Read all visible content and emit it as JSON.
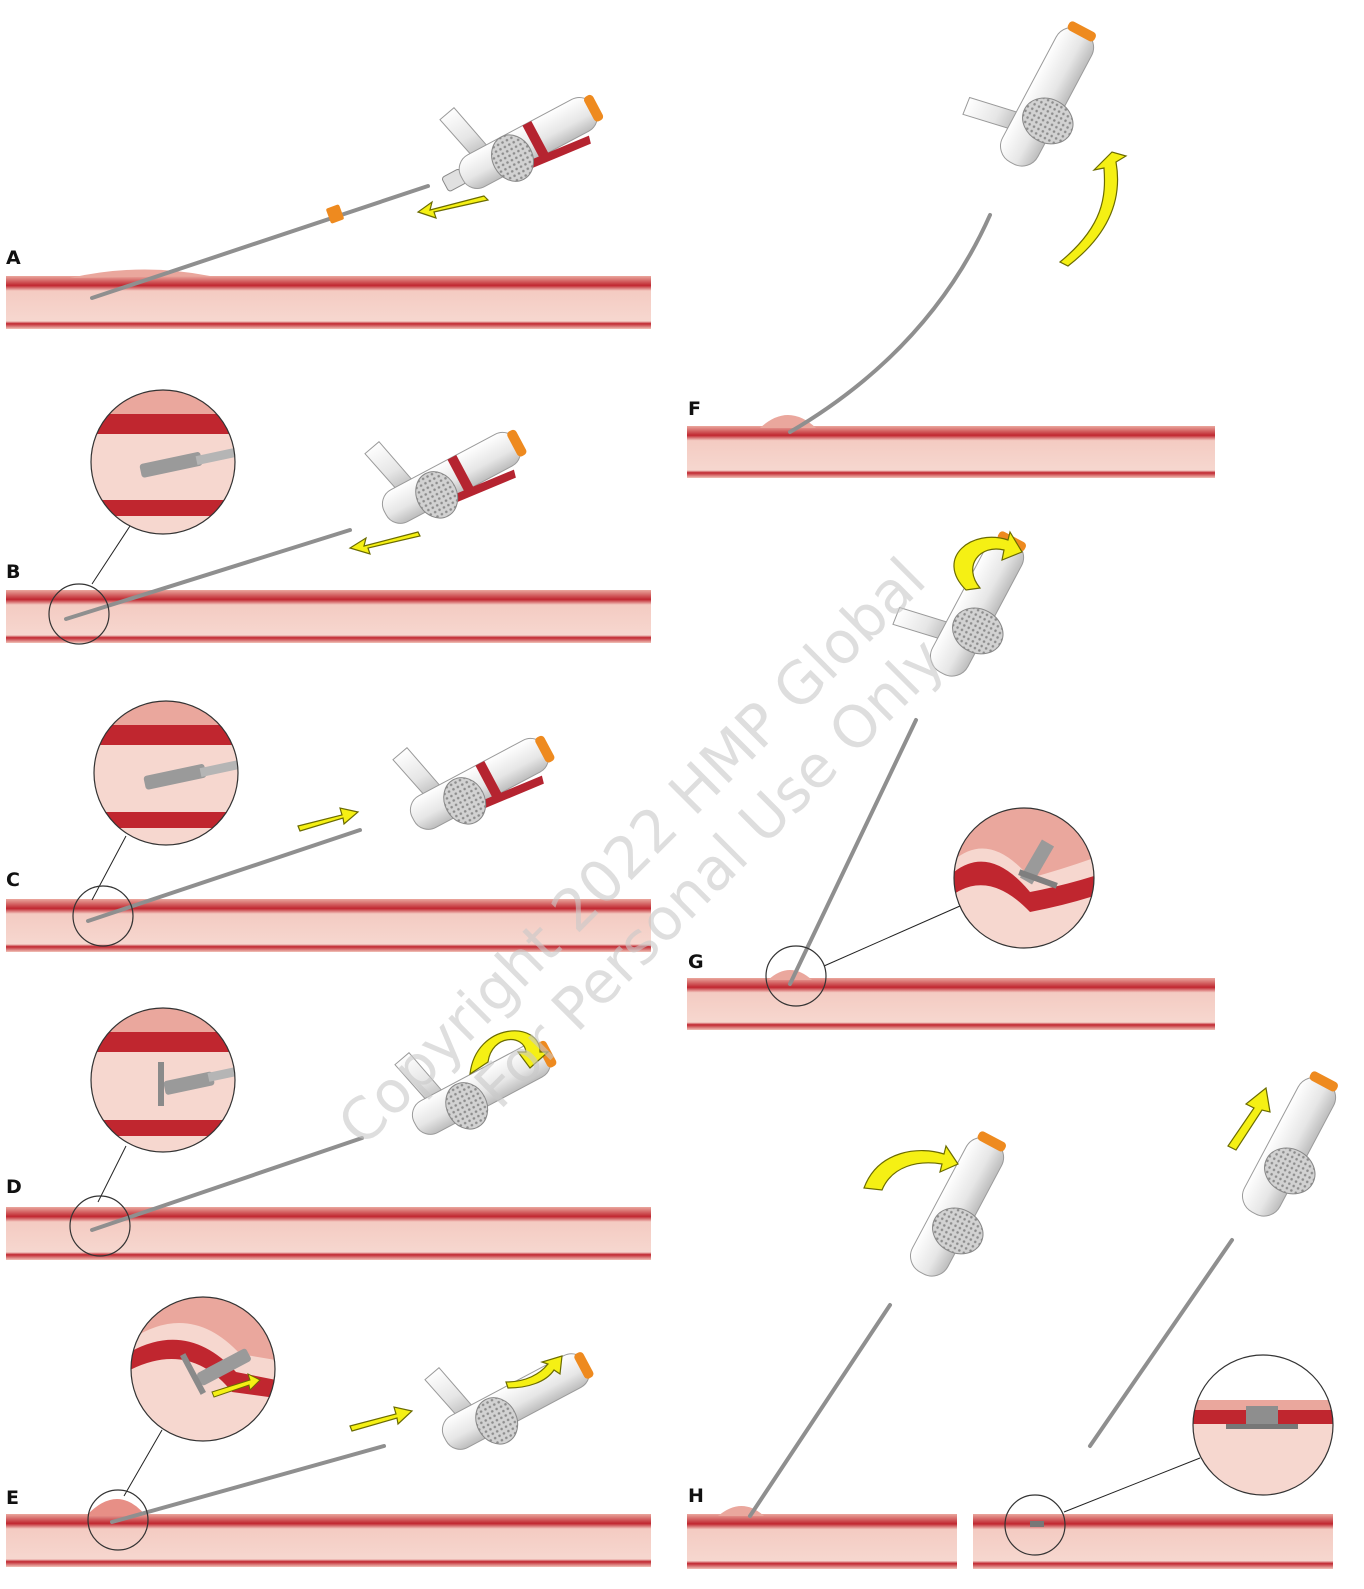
{
  "panels": [
    {
      "id": "A",
      "label": "A"
    },
    {
      "id": "B",
      "label": "B"
    },
    {
      "id": "C",
      "label": "C"
    },
    {
      "id": "D",
      "label": "D"
    },
    {
      "id": "E",
      "label": "E"
    },
    {
      "id": "F",
      "label": "F"
    },
    {
      "id": "G",
      "label": "G"
    },
    {
      "id": "H",
      "label": "H"
    }
  ],
  "watermark": {
    "line1": "Copyright 2022 HMP Global",
    "line2": "For Personal Use Only"
  },
  "colors": {
    "tissue_light": "#f6d4cc",
    "tissue_band": "#c0262f",
    "tissue_pink": "#ebaaa0",
    "arrow_yellow": "#f5f014",
    "device_body": "#f0f0f0",
    "device_orange": "#ee8a1f",
    "device_red": "#b52430"
  }
}
